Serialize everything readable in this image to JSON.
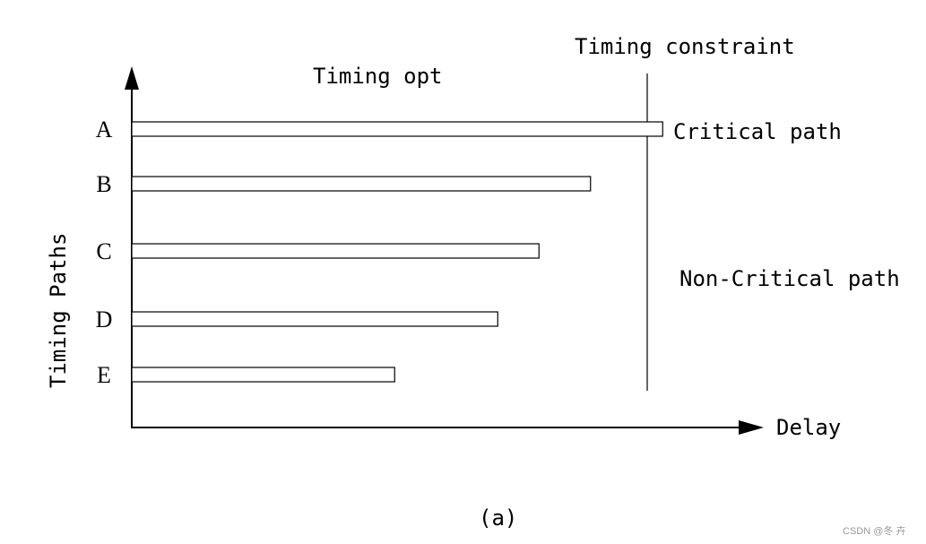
{
  "chart_data": {
    "type": "bar",
    "orientation": "horizontal",
    "categories": [
      "A",
      "B",
      "C",
      "D",
      "E"
    ],
    "values": [
      1.03,
      0.89,
      0.79,
      0.71,
      0.51
    ],
    "constraint_value": 1.0,
    "xlabel": "Delay",
    "ylabel": "Timing Paths",
    "xlim": [
      0,
      1.2
    ],
    "grid": false
  },
  "annotations": {
    "timing_constraint": "Timing constraint",
    "timing_opt": "Timing opt",
    "critical_path": "Critical path",
    "non_critical_path": "Non-Critical path"
  },
  "caption": "(a)",
  "watermark": "CSDN @冬 卉"
}
